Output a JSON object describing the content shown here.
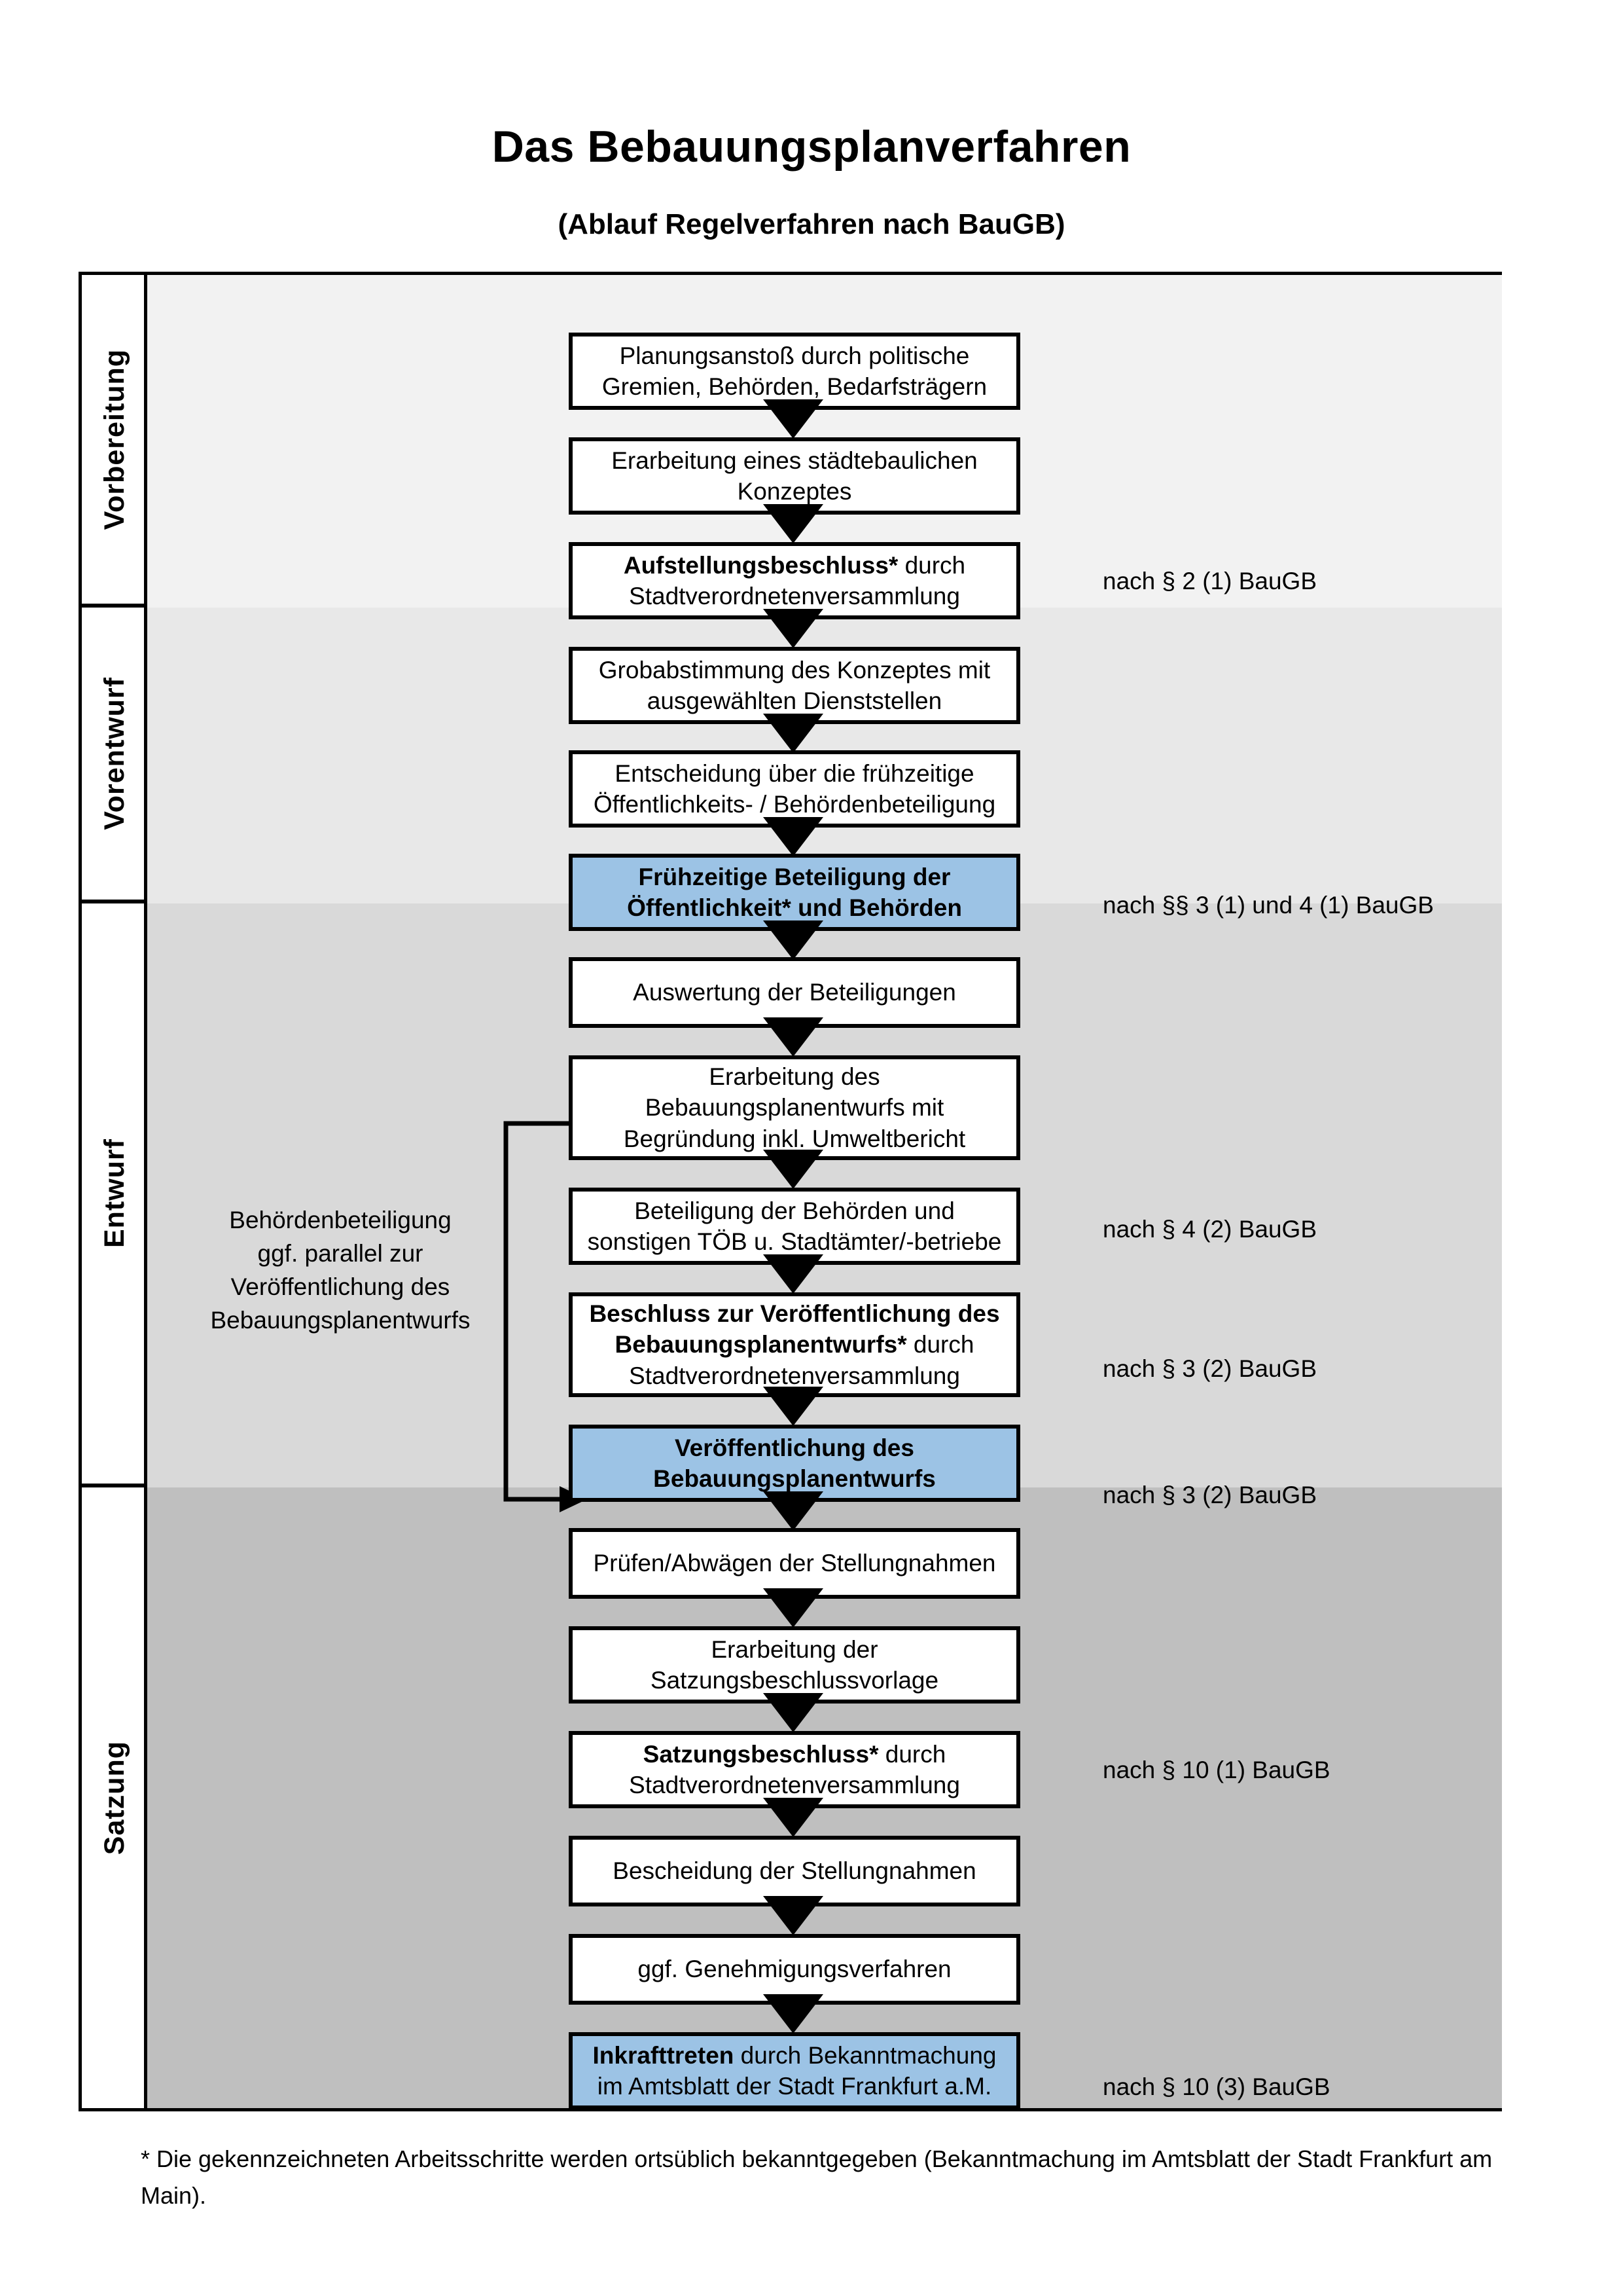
{
  "header": {
    "title": "Das Bebauungsplanverfahren",
    "subtitle": "(Ablauf Regelverfahren nach BauGB)"
  },
  "colors": {
    "highlight": "#9CC3E5",
    "band_vorbereitung": "#F2F2F2",
    "band_vorentwurf": "#E8E8E8",
    "band_entwurf": "#D9D9D9",
    "band_satzung": "#BFBFBF",
    "border": "#000000"
  },
  "phases": [
    {
      "label": "Vorbereitung"
    },
    {
      "label": "Vorentwurf"
    },
    {
      "label": "Entwurf"
    },
    {
      "label": "Satzung"
    }
  ],
  "steps": [
    {
      "id": "planungsanstoss",
      "lines": [
        "Planungsanstoß durch politische",
        "Gremien, Behörden, Bedarfsträgern"
      ],
      "bold": "",
      "highlight": false
    },
    {
      "id": "konzept",
      "lines": [
        "Erarbeitung eines städtebaulichen",
        "Konzeptes"
      ],
      "bold": "",
      "highlight": false
    },
    {
      "id": "aufstellungsbeschluss",
      "lines": [
        "Aufstellungsbeschluss* durch",
        "Stadtverordnetenversammlung"
      ],
      "bold": "Aufstellungsbeschluss*",
      "highlight": false
    },
    {
      "id": "grobabstimmung",
      "lines": [
        "Grobabstimmung des Konzeptes mit",
        "ausgewählten Dienststellen"
      ],
      "bold": "",
      "highlight": false
    },
    {
      "id": "entscheidung-fruehzeitig",
      "lines": [
        "Entscheidung über die frühzeitige",
        "Öffentlichkeits- / Behördenbeteiligung"
      ],
      "bold": "",
      "highlight": false
    },
    {
      "id": "fruehzeitige-beteiligung",
      "lines": [
        "Frühzeitige Beteiligung der",
        "Öffentlichkeit* und Behörden"
      ],
      "bold": "all",
      "highlight": true
    },
    {
      "id": "auswertung",
      "lines": [
        "Auswertung der Beteiligungen"
      ],
      "bold": "",
      "highlight": false
    },
    {
      "id": "erarbeitung-entwurf",
      "lines": [
        "Erarbeitung des",
        "Bebauungsplanentwurfs mit",
        "Begründung inkl. Umweltbericht"
      ],
      "bold": "",
      "highlight": false
    },
    {
      "id": "beteiligung-behoerden",
      "lines": [
        "Beteiligung der Behörden und",
        "sonstigen TÖB u. Stadtämter/-betriebe"
      ],
      "bold": "",
      "highlight": false
    },
    {
      "id": "beschluss-veroeffentlichung",
      "lines": [
        "Beschluss zur Veröffentlichung des",
        "Bebauungsplanentwurfs* durch",
        "Stadtverordnetenversammlung"
      ],
      "bold": "Beschluss zur Veröffentlichung des Bebauungsplanentwurfs*",
      "highlight": false
    },
    {
      "id": "veroeffentlichung",
      "lines": [
        "Veröffentlichung des",
        "Bebauungsplanentwurfs"
      ],
      "bold": "all",
      "highlight": true
    },
    {
      "id": "pruefen-abwaegen",
      "lines": [
        "Prüfen/Abwägen der Stellungnahmen"
      ],
      "bold": "",
      "highlight": false
    },
    {
      "id": "satzungsbeschlussvorlage",
      "lines": [
        "Erarbeitung der",
        "Satzungsbeschlussvorlage"
      ],
      "bold": "",
      "highlight": false
    },
    {
      "id": "satzungsbeschluss",
      "lines": [
        "Satzungsbeschluss* durch",
        "Stadtverordnetenversammlung"
      ],
      "bold": "Satzungsbeschluss*",
      "highlight": false
    },
    {
      "id": "bescheidung",
      "lines": [
        "Bescheidung der Stellungnahmen"
      ],
      "bold": "",
      "highlight": false
    },
    {
      "id": "genehmigungsverfahren",
      "lines": [
        "ggf. Genehmigungsverfahren"
      ],
      "bold": "",
      "highlight": false
    },
    {
      "id": "inkrafttreten",
      "lines": [
        "Inkrafttreten durch Bekanntmachung",
        "im Amtsblatt der Stadt Frankfurt a.M."
      ],
      "bold": "Inkrafttreten",
      "highlight": true
    }
  ],
  "legal_refs": [
    {
      "id": "ref-2-1",
      "text": "nach § 2 (1) BauGB"
    },
    {
      "id": "ref-3-1-4-1",
      "text": "nach §§ 3 (1) und 4 (1) BauGB"
    },
    {
      "id": "ref-4-2",
      "text": "nach § 4 (2) BauGB"
    },
    {
      "id": "ref-3-2-a",
      "text": "nach § 3 (2) BauGB"
    },
    {
      "id": "ref-3-2-b",
      "text": "nach § 3 (2) BauGB"
    },
    {
      "id": "ref-10-1",
      "text": "nach § 10 (1) BauGB"
    },
    {
      "id": "ref-10-3",
      "text": "nach § 10 (3) BauGB"
    }
  ],
  "side_note": {
    "lines": [
      "Behördenbeteiligung",
      "ggf. parallel zur",
      "Veröffentlichung des",
      "Bebauungsplanentwurfs"
    ]
  },
  "footnote": {
    "text": "* Die gekennzeichneten Arbeitsschritte werden ortsüblich bekanntgegeben (Bekanntmachung im Amtsblatt  der Stadt Frankfurt am Main)."
  }
}
